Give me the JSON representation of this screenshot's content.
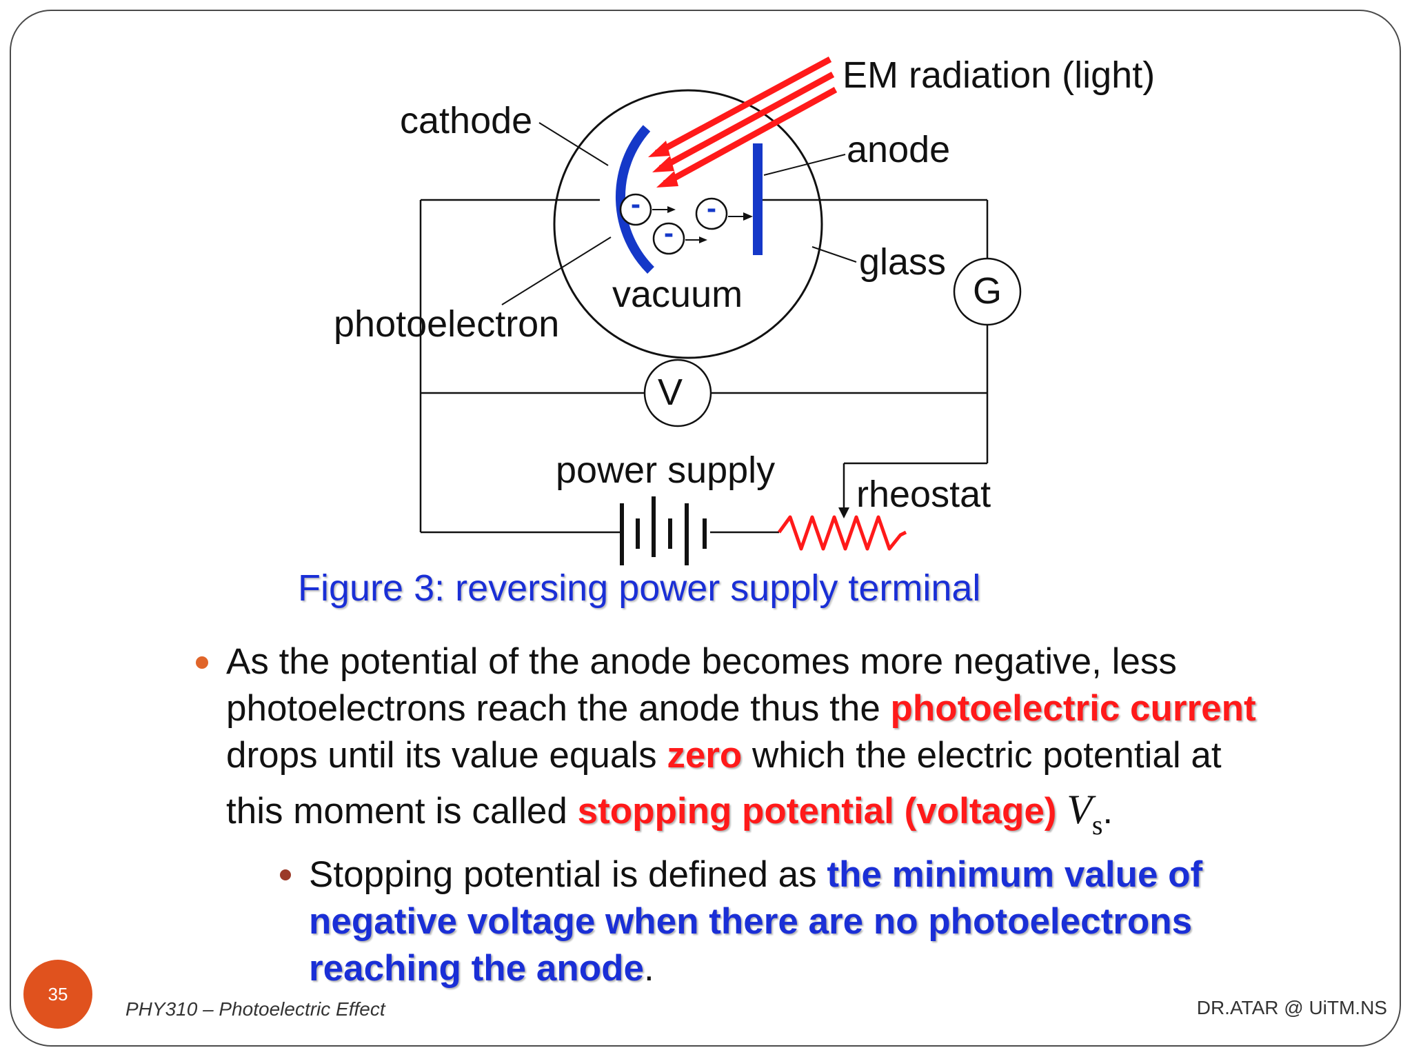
{
  "diagram": {
    "labels": {
      "em_radiation": "EM radiation (light)",
      "cathode": "cathode",
      "anode": "anode",
      "glass": "glass",
      "vacuum": "vacuum",
      "photoelectron": "photoelectron",
      "galvanometer": "G",
      "voltmeter": "V",
      "power_supply": "power supply",
      "rheostat": "rheostat",
      "electron_sign": "-"
    },
    "colors": {
      "light": "#ff1a1a",
      "electrodes": "#1538c8",
      "wire": "#111111"
    }
  },
  "caption": "Figure  3: reversing power supply terminal",
  "bullet1": {
    "line1": "As the potential of the anode becomes more negative, less",
    "line2_pre": "photoelectrons reach the anode thus the ",
    "line2_hl": "photoelectric current",
    "line3_pre": "drops until its value equals ",
    "line3_hl": "zero",
    "line3_post": " which the electric potential at",
    "line4_pre": "this moment is called ",
    "line4_hl": "stopping potential (voltage)",
    "symbol_main": "V",
    "symbol_sub": "s",
    "line4_end": "."
  },
  "bullet2": {
    "pre": "Stopping potential is defined as ",
    "hl_line1": "the minimum value of",
    "hl_line2": "negative voltage when there are no photoelectrons",
    "hl_line3": "reaching the anode",
    "end": "."
  },
  "footer": {
    "page_number": "35",
    "course": "PHY310 – Photoelectric Effect",
    "author": "DR.ATAR @ UiTM.NS"
  },
  "theme": {
    "accent": "#e0521e",
    "highlight_red": "#ff1a1a",
    "highlight_blue": "#1a2fd6"
  }
}
